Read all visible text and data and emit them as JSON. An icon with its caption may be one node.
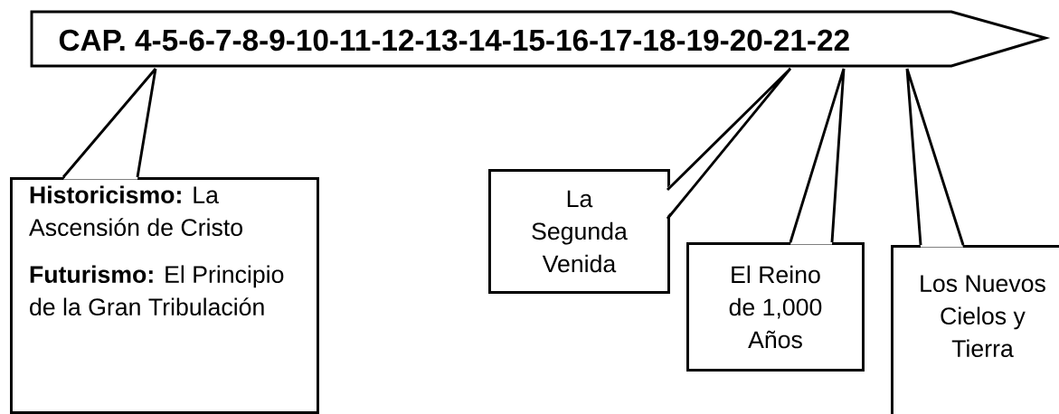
{
  "diagram": {
    "nodes": [
      {
        "text": [
          "CAP. 4-5-6-7-8-9-10-11-12-13-14-15-16-17-18-19-20-21-22"
        ]
      },
      {
        "text": [
          "**Historicismo:**  La Ascensión de Cristo",
          "**Futurismo:** El Principio de la Gran Tribulación"
        ]
      },
      {
        "text": [
          "La Segunda Venida"
        ]
      },
      {
        "text": [
          "El Reino de 1,000 Años"
        ]
      },
      {
        "text": [
          "Los Nuevos Cielos y Tierra"
        ]
      }
    ],
    "edges": [
      {
        "from": 1,
        "to": 0,
        "arrow": "none"
      },
      {
        "from": 2,
        "to": 0,
        "arrow": "none"
      },
      {
        "from": 3,
        "to": 0,
        "arrow": "none"
      },
      {
        "from": 4,
        "to": 0,
        "arrow": "none"
      }
    ]
  }
}
